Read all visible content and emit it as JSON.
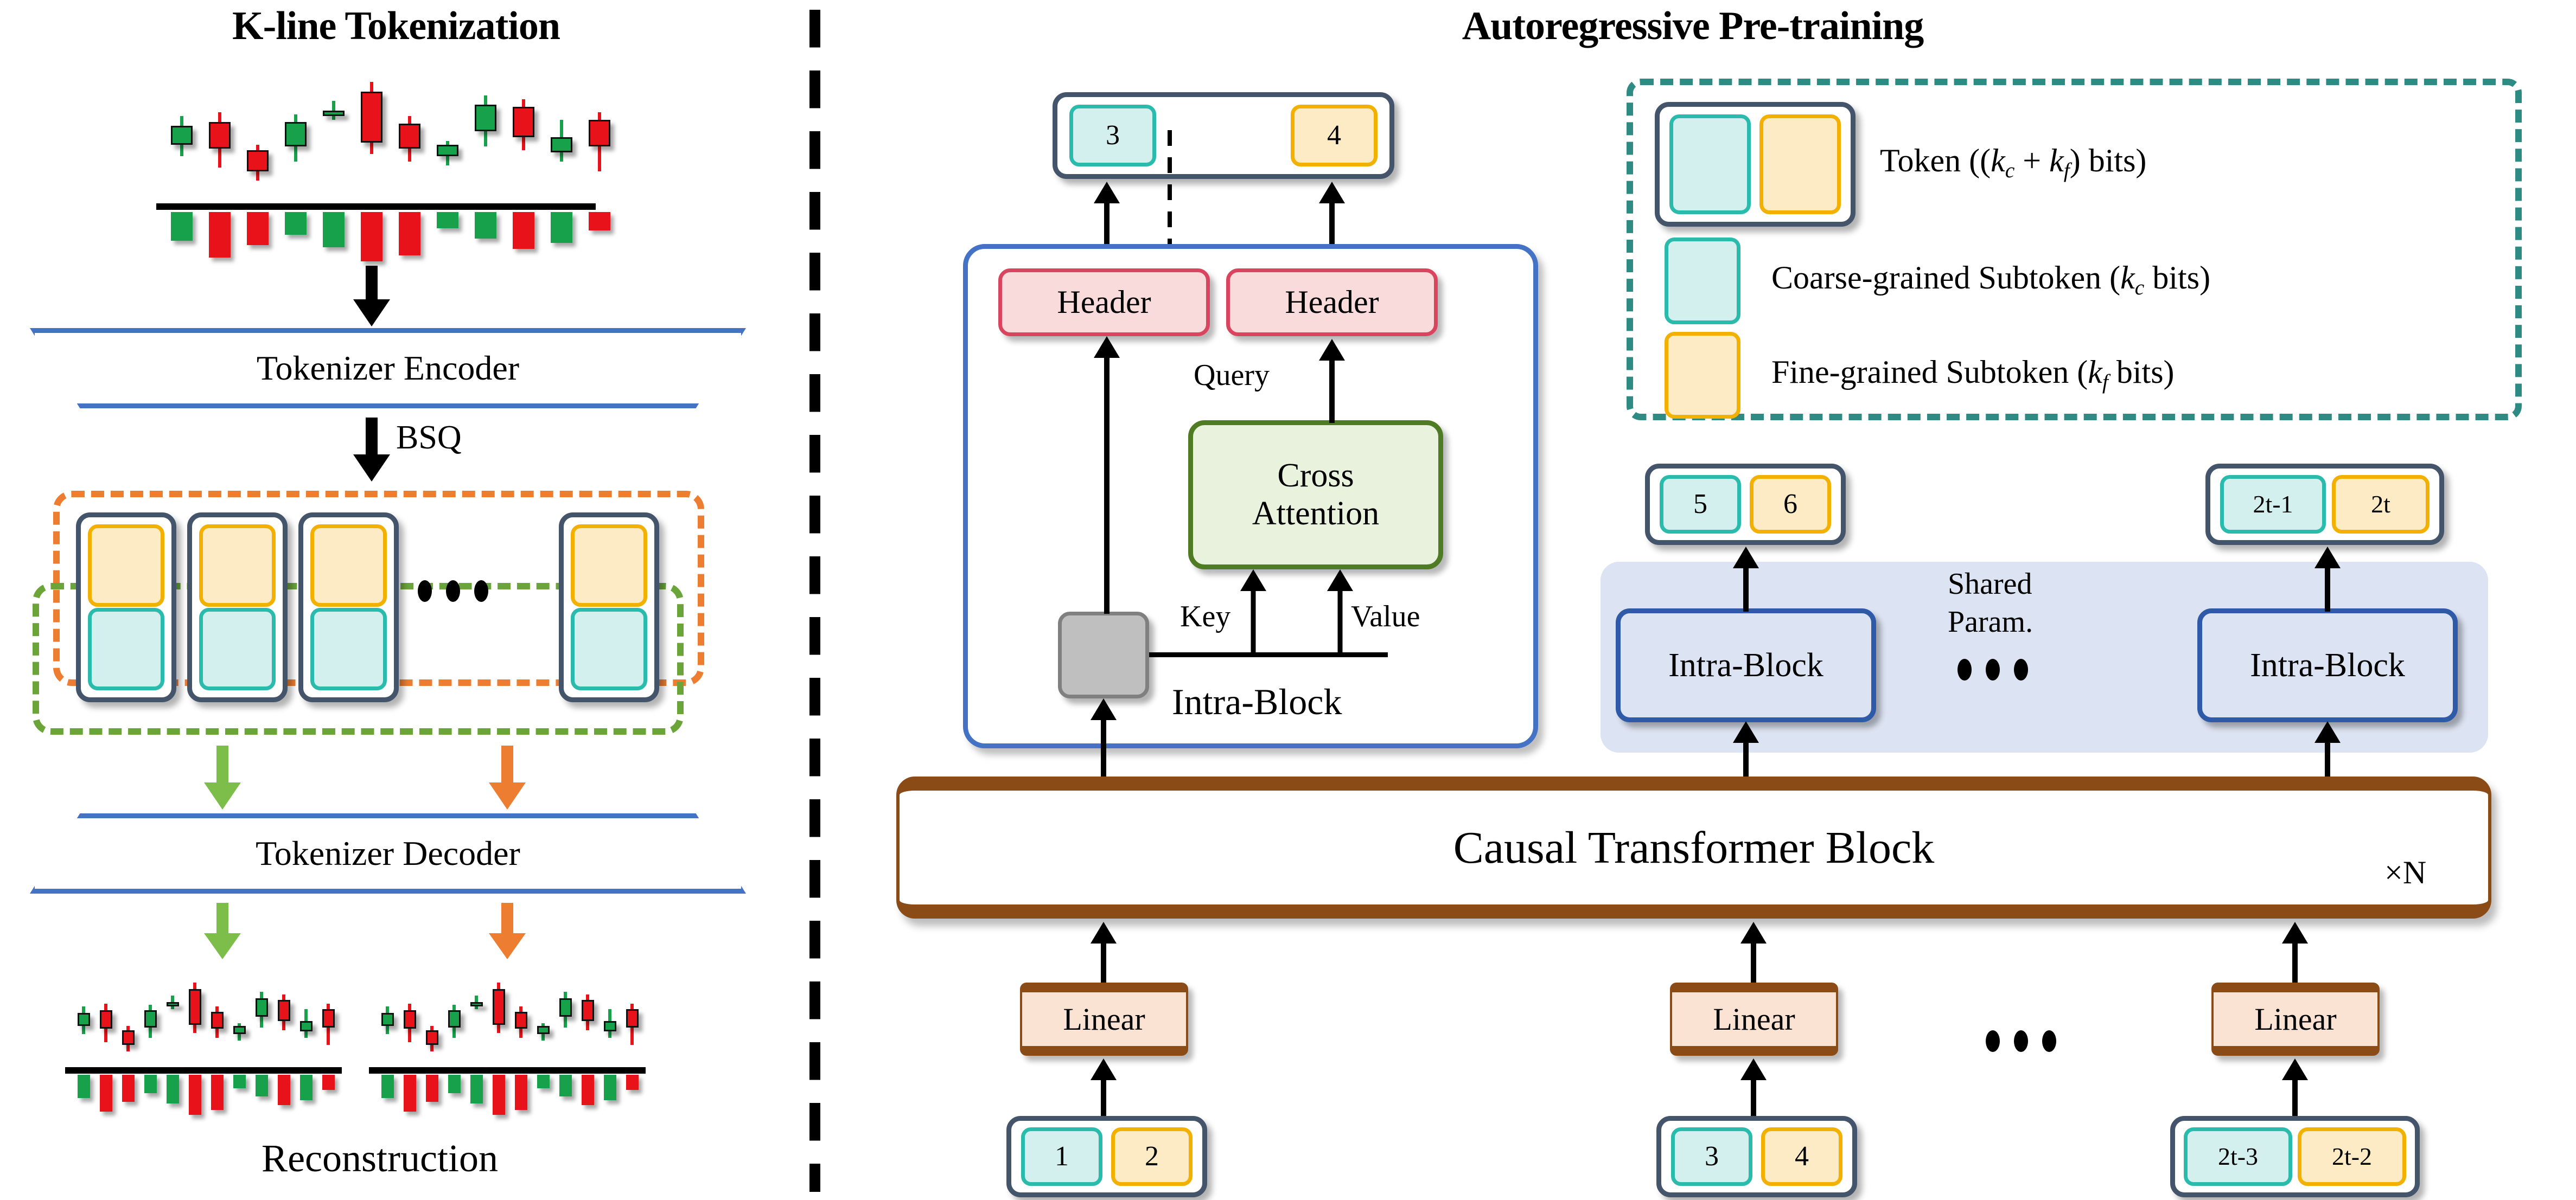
{
  "panels": {
    "left": {
      "title": "K-line Tokenization"
    },
    "right": {
      "title": "Autoregressive Pre-training"
    }
  },
  "left_panel": {
    "encoder_label": "Tokenizer Encoder",
    "decoder_label": "Tokenizer Decoder",
    "bsq_label": "BSQ",
    "reconstruction_label": "Reconstruction",
    "ellipsis": "• • •"
  },
  "right_panel": {
    "output_token": {
      "coarse": "3",
      "fine": "4"
    },
    "intra_block": {
      "title": "Intra-Block",
      "header_left": "Header",
      "header_right": "Header",
      "cross_attention": "Cross Attention",
      "cross_attention_line1": "Cross",
      "cross_attention_line2": "Attention",
      "query_label": "Query",
      "key_label": "Key",
      "value_label": "Value"
    },
    "shared": {
      "shared_line1": "Shared",
      "shared_line2": "Param.",
      "intra_block_label": "Intra-Block",
      "ellipsis": "• • •"
    },
    "output_tokens": [
      {
        "coarse": "5",
        "fine": "6"
      },
      {
        "coarse": "2t-1",
        "fine": "2t"
      }
    ],
    "transformer": {
      "label": "Causal Transformer Block",
      "repeat": "×N"
    },
    "linear_label": "Linear",
    "input_tokens": [
      {
        "coarse": "1",
        "fine": "2"
      },
      {
        "coarse": "3",
        "fine": "4"
      },
      {
        "coarse": "2t-3",
        "fine": "2t-2"
      }
    ],
    "bottom_ellipsis": "• • •"
  },
  "legend": {
    "items": [
      {
        "icon": "token-pair",
        "label_html": "Token ((k_c + k_f) bits)"
      },
      {
        "icon": "coarse-chip",
        "label_html": "Coarse-grained Subtoken (k_c bits)"
      },
      {
        "icon": "fine-chip",
        "label_html": "Fine-grained Subtoken (k_f bits)"
      }
    ]
  },
  "colors": {
    "token_outer_border": "#44546A",
    "coarse_fill": "#D4F0EE",
    "coarse_border": "#2BBBAD",
    "fine_fill": "#FCEBC4",
    "fine_border": "#F2B000",
    "orange_dashed": "#ED7D31",
    "green_dashed": "#6BA539",
    "teal_dashed": "#2E8B84",
    "blue_border": "#4472C4",
    "header_fill": "#FADBDB",
    "header_border": "#D9455F",
    "cross_fill": "#E8F2DC",
    "cross_border": "#4E7B23",
    "shared_fill": "#DCE3F2",
    "shared_border": "#2E5AA8",
    "brown": "#8A4B17",
    "linear_fill": "#FAE3D2",
    "grey_fill": "#BFBFBF",
    "candle_up": "#18A14B",
    "candle_down": "#E8131A"
  },
  "chart_data": {
    "type": "candlestick",
    "title": "K-line Tokenization",
    "source_series": {
      "candles": [
        {
          "o": 62,
          "c": 82,
          "h": 92,
          "l": 50,
          "dir": "up"
        },
        {
          "o": 86,
          "c": 58,
          "h": 96,
          "l": 38,
          "dir": "down"
        },
        {
          "o": 56,
          "c": 34,
          "h": 62,
          "l": 24,
          "dir": "down"
        },
        {
          "o": 60,
          "c": 86,
          "h": 94,
          "l": 44,
          "dir": "up"
        },
        {
          "o": 92,
          "c": 98,
          "h": 108,
          "l": 88,
          "dir": "up"
        },
        {
          "o": 118,
          "c": 64,
          "h": 128,
          "l": 52,
          "dir": "down"
        },
        {
          "o": 84,
          "c": 58,
          "h": 92,
          "l": 44,
          "dir": "down"
        },
        {
          "o": 62,
          "c": 50,
          "h": 66,
          "l": 40,
          "dir": "up"
        },
        {
          "o": 76,
          "c": 104,
          "h": 114,
          "l": 60,
          "dir": "up"
        },
        {
          "o": 102,
          "c": 70,
          "h": 110,
          "l": 56,
          "dir": "down"
        },
        {
          "o": 70,
          "c": 54,
          "h": 88,
          "l": 44,
          "dir": "up"
        },
        {
          "o": 88,
          "c": 60,
          "h": 96,
          "l": 34,
          "dir": "down"
        }
      ],
      "volumes": [
        28,
        44,
        32,
        22,
        34,
        48,
        42,
        16,
        26,
        36,
        30,
        18
      ]
    }
  }
}
